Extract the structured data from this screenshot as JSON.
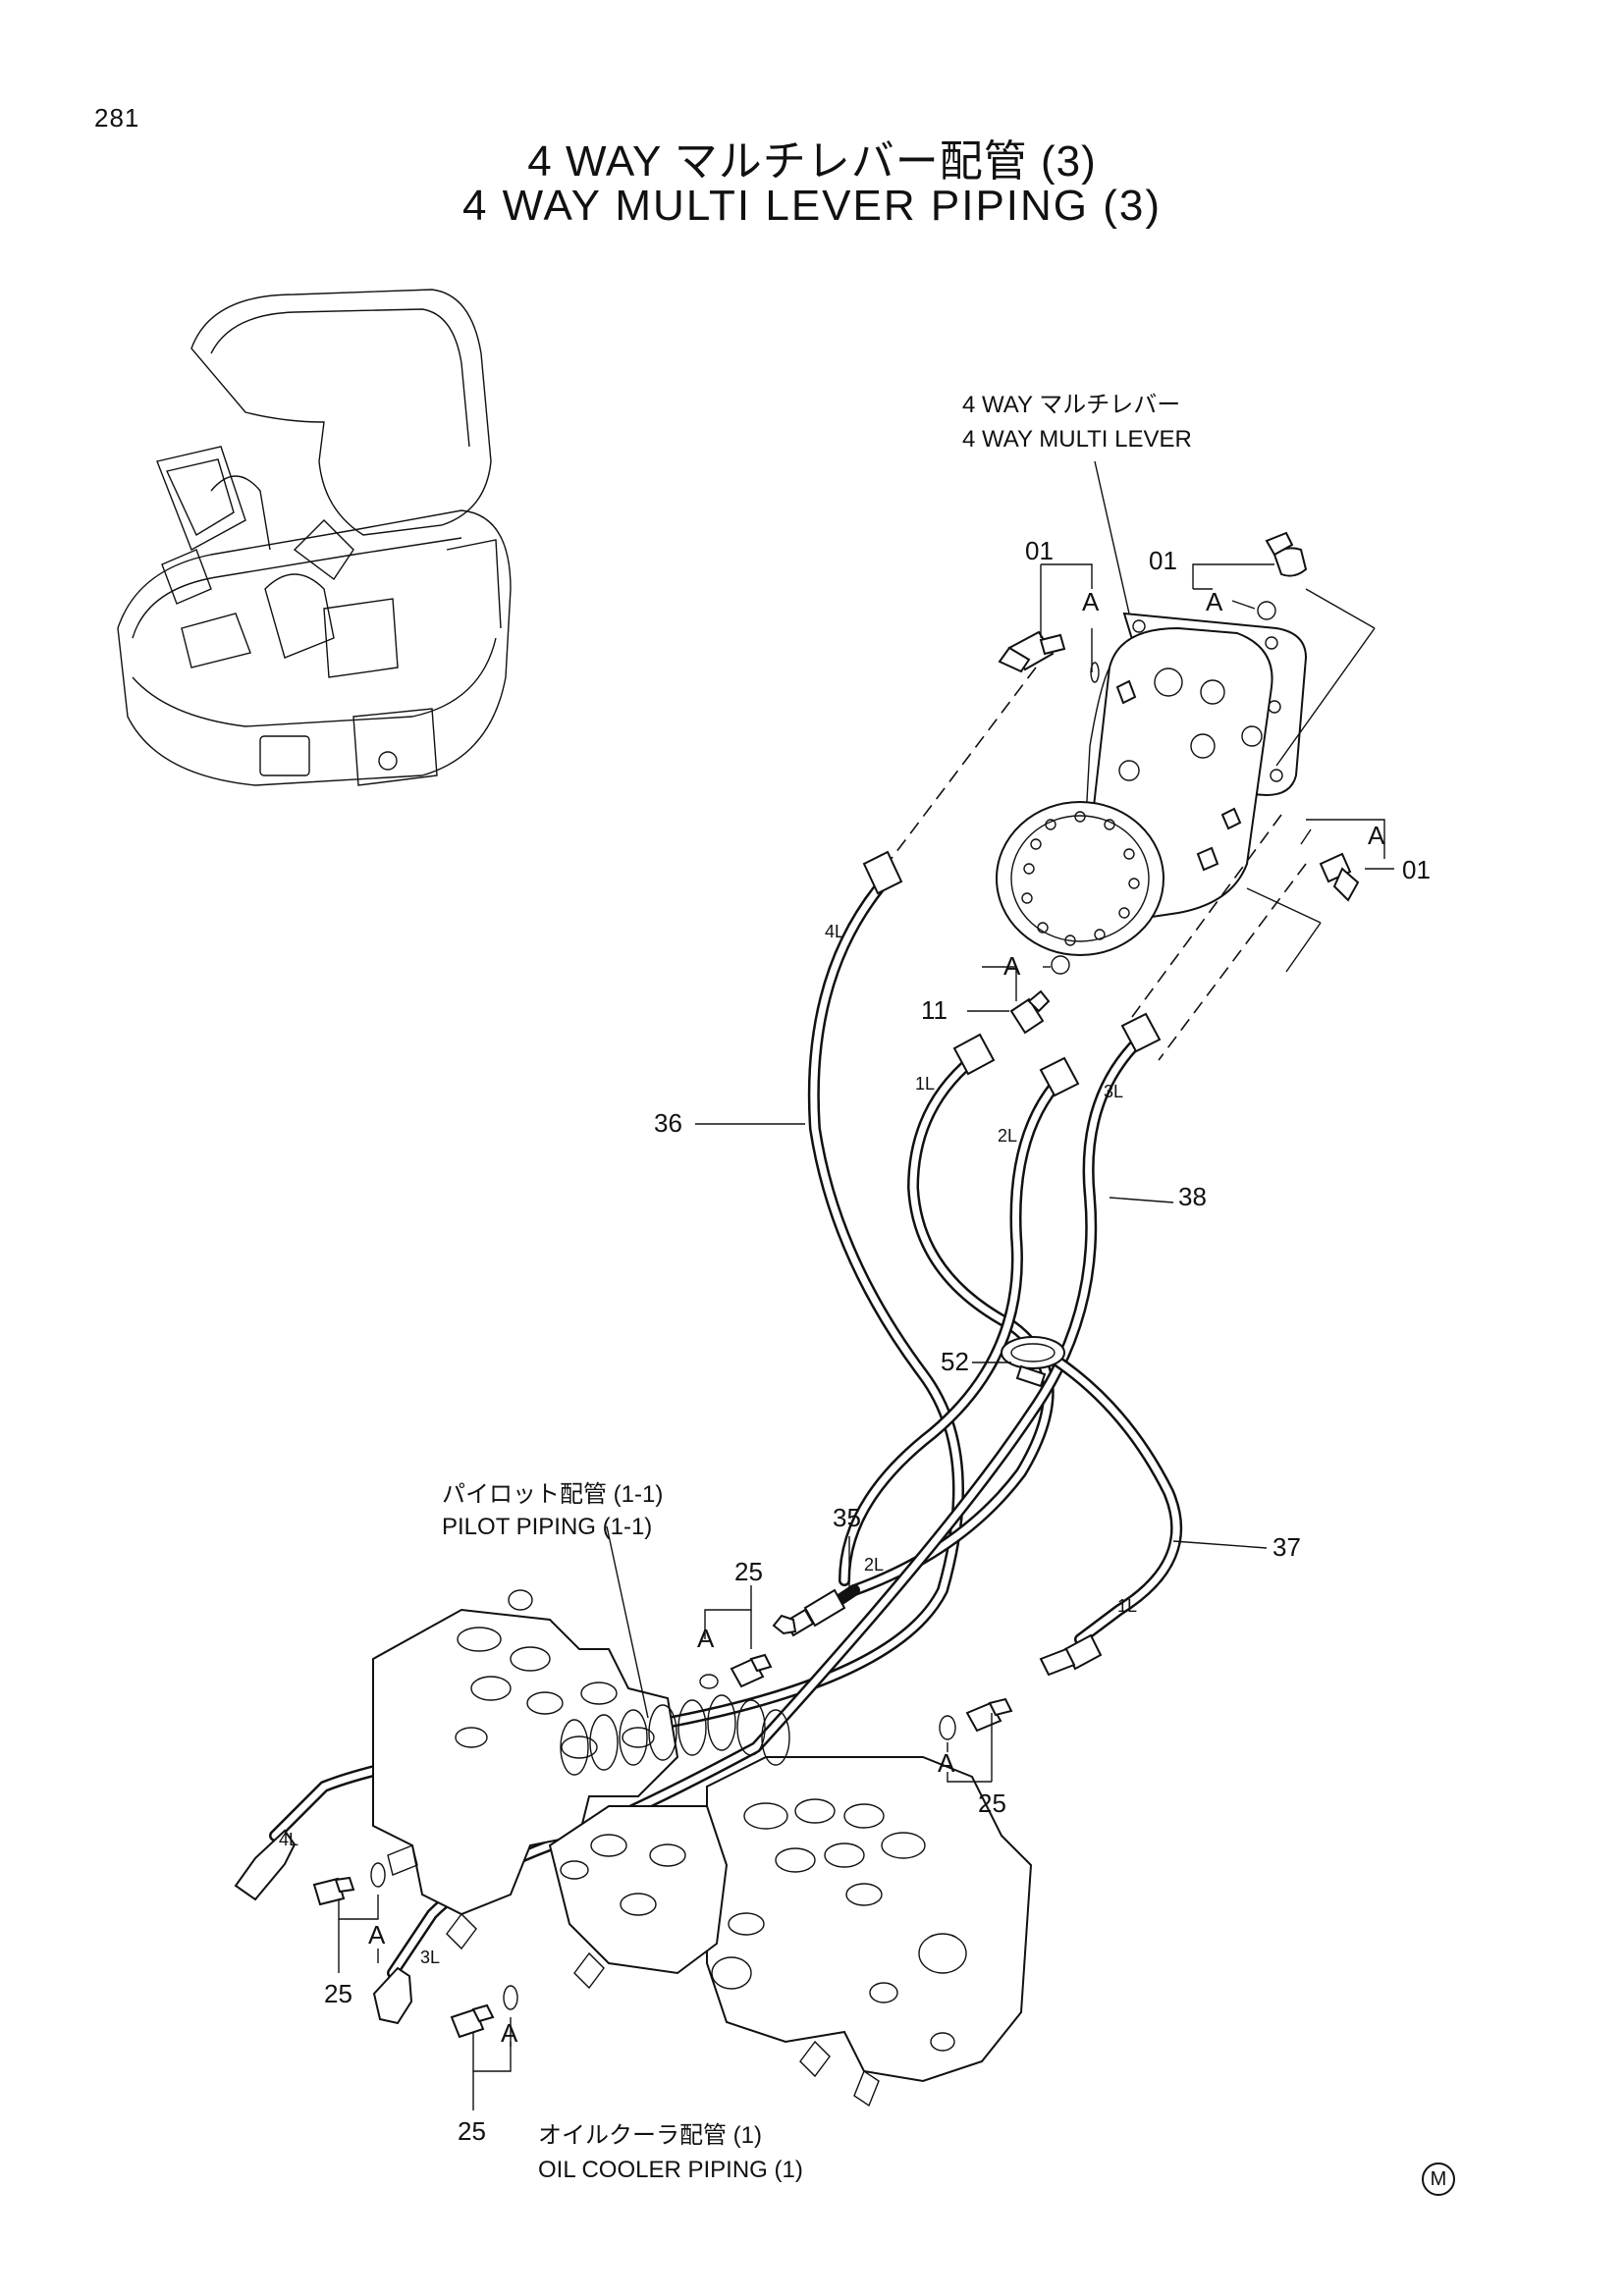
{
  "page_number": "281",
  "title_ja": "4 WAY マルチレバー配管 (3)",
  "title_en": "4 WAY MULTI LEVER PIPING (3)",
  "callouts": {
    "multi_lever_ja": "4 WAY  マルチレバー",
    "multi_lever_en": "4 WAY  MULTI LEVER",
    "pilot_ja": "パイロット配管 (1-1)",
    "pilot_en": "PILOT PIPING (1-1)",
    "oil_cooler_ja": "オイルクーラ配管 (1)",
    "oil_cooler_en": "OIL COOLER PIPING (1)"
  },
  "part_numbers": {
    "p01": "01",
    "p11": "11",
    "p25": "25",
    "p35": "35",
    "p36": "36",
    "p37": "37",
    "p38": "38",
    "p52": "52"
  },
  "ref_a": "A",
  "hose_ports": {
    "l1": "1L",
    "l2": "2L",
    "l3": "3L",
    "l4": "4L"
  },
  "mark": "M"
}
